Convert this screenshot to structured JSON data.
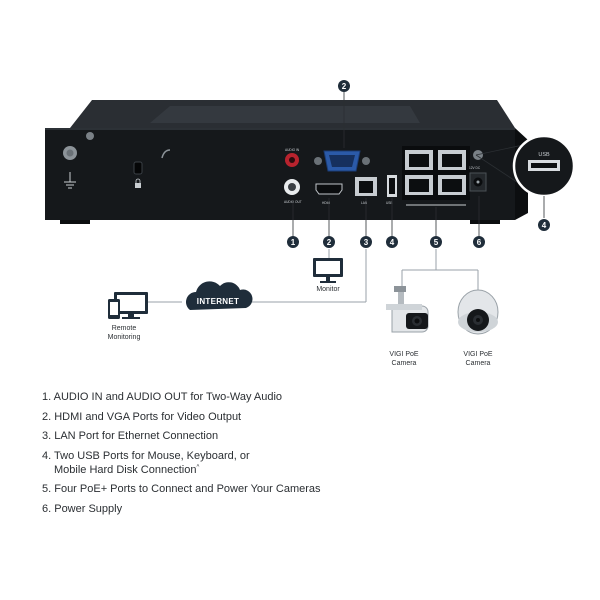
{
  "device": {
    "port_labels": {
      "audio_in": "AUDIO IN",
      "audio_out": "AUDIO OUT",
      "hdmi": "HDMI",
      "lan": "LAN",
      "usb": "USB",
      "power": "12V DC"
    }
  },
  "callouts": [
    {
      "number": "1"
    },
    {
      "number": "2"
    },
    {
      "number": "3"
    },
    {
      "number": "4"
    },
    {
      "number": "5"
    },
    {
      "number": "6"
    }
  ],
  "top_callout": {
    "number": "2"
  },
  "usb_zoom": {
    "label": "USB",
    "number": "4"
  },
  "connections": {
    "monitor": "Monitor",
    "internet": "INTERNET",
    "remote_monitoring_line1": "Remote",
    "remote_monitoring_line2": "Monitoring",
    "camera1_line1": "VIGI PoE",
    "camera1_line2": "Camera",
    "camera2_line1": "VIGI PoE",
    "camera2_line2": "Camera"
  },
  "colors": {
    "accent": "#1f2d3a",
    "device_body": "#15181b",
    "line": "#9aa2a8"
  },
  "legend": [
    {
      "line1": "1. AUDIO IN and AUDIO OUT for Two-Way Audio"
    },
    {
      "line1": "2. HDMI and VGA Ports for Video Output"
    },
    {
      "line1": "3. LAN Port for Ethernet Connection"
    },
    {
      "line1": "4. Two USB Ports for Mouse, Keyboard, or",
      "line2": "Mobile Hard Disk Connection",
      "note_mark": "^"
    },
    {
      "line1": "5. Four PoE+ Ports to Connect and Power Your Cameras"
    },
    {
      "line1": "6. Power Supply"
    }
  ]
}
